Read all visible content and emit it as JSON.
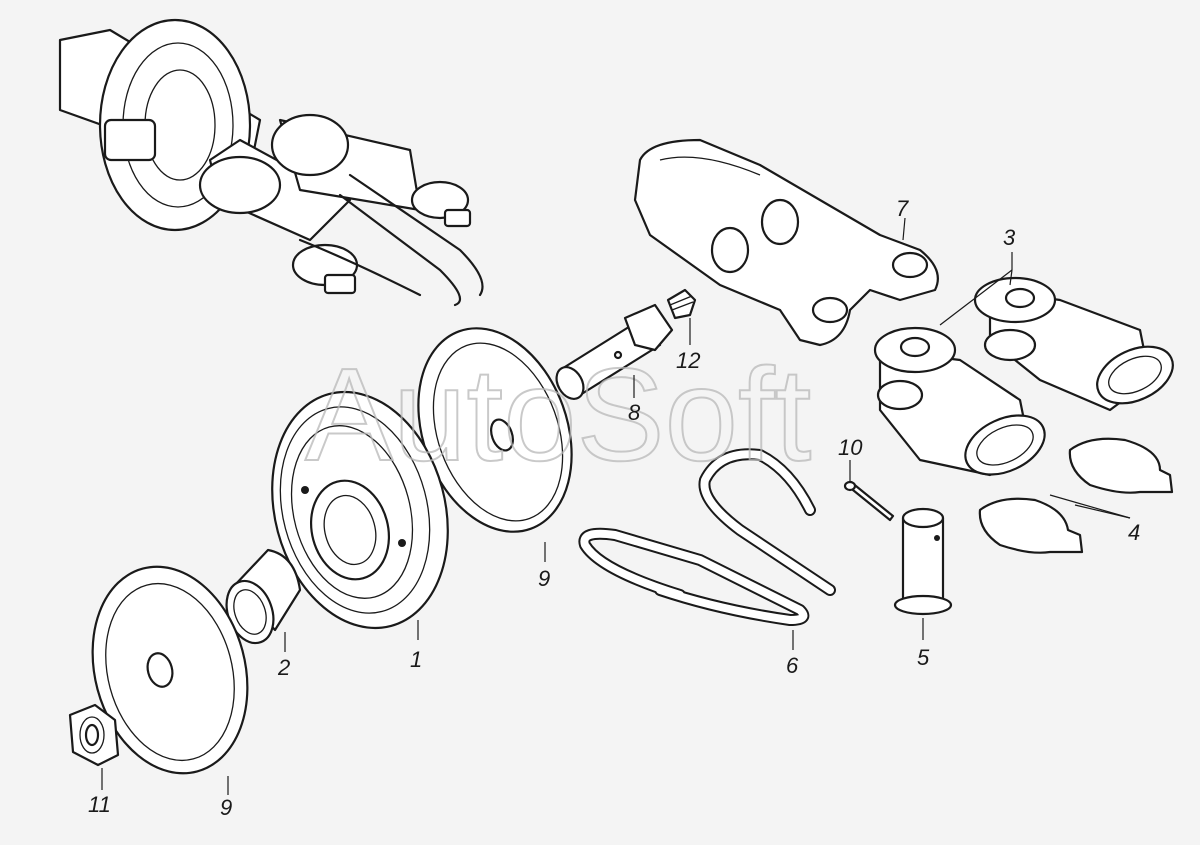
{
  "watermark": "AutoSoft",
  "labels": {
    "l1": "1",
    "l2": "2",
    "l3": "3",
    "l4": "4",
    "l5": "5",
    "l6": "6",
    "l7": "7",
    "l8": "8",
    "l9a": "9",
    "l9b": "9",
    "l10": "10",
    "l11": "11",
    "l12": "12"
  }
}
